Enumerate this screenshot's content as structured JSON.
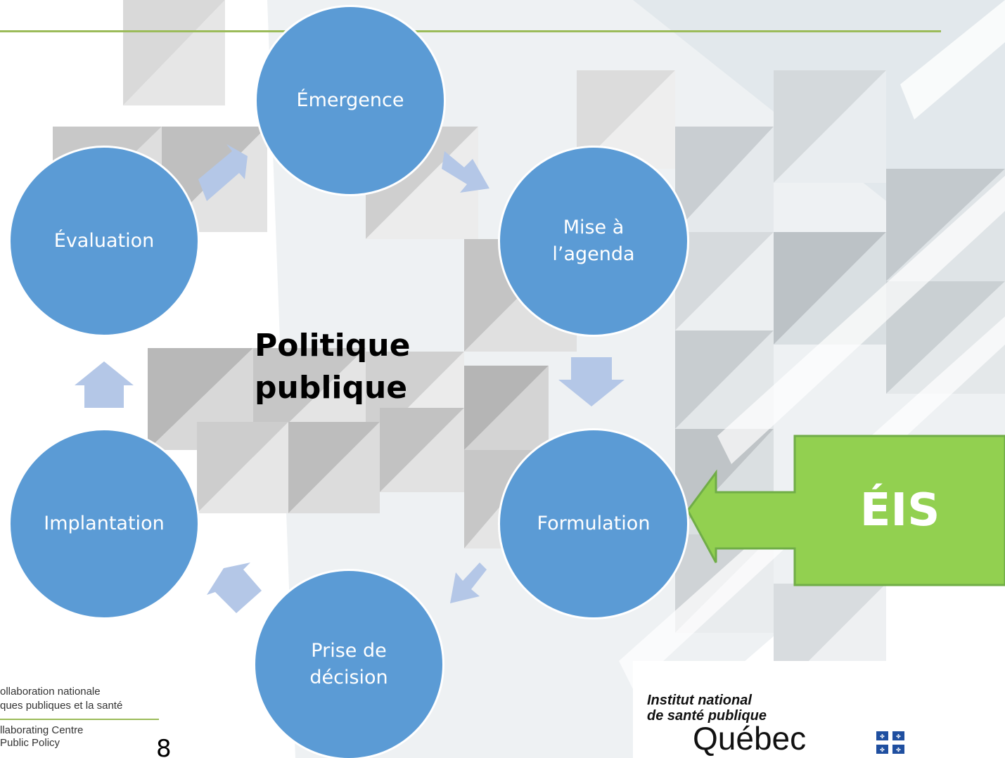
{
  "diagram": {
    "center_label": "Politique\npublique",
    "stages": [
      {
        "id": "emergence",
        "label": "Émergence"
      },
      {
        "id": "mise",
        "label": "Mise à\nl’agenda"
      },
      {
        "id": "formulation",
        "label": "Formulation"
      },
      {
        "id": "prise",
        "label": "Prise de\ndécision"
      },
      {
        "id": "implantation",
        "label": "Implantation"
      },
      {
        "id": "evaluation",
        "label": "Évaluation"
      }
    ],
    "callout": {
      "label": "ÉIS",
      "points_to": "formulation"
    },
    "colors": {
      "node": "#5b9bd5",
      "arrow": "#b4c7e7",
      "callout": "#92d050",
      "callout_border": "#70ad47",
      "accent_line": "#9bbb59"
    }
  },
  "footer": {
    "left_line1": "ollaboration nationale",
    "left_line2": "ques publiques et la santé",
    "left_line3": "llaborating Centre",
    "left_line4": "Public Policy",
    "page_number": "8",
    "inspq_line1": "Institut national",
    "inspq_line2": "de santé publique",
    "inspq_line3": "Québec"
  }
}
